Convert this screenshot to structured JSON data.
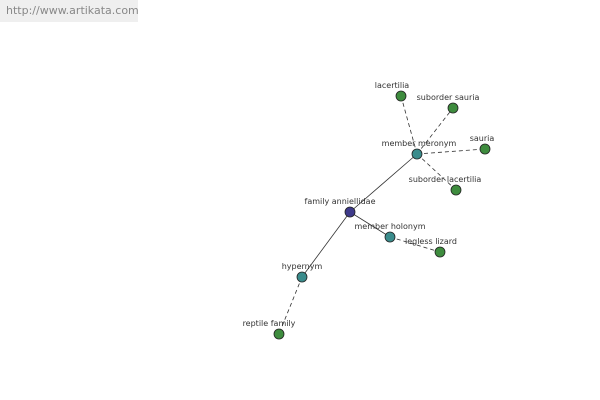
{
  "watermark": {
    "text": "http://www.artikata.com"
  },
  "colors": {
    "center": "#3e3a8a",
    "relation": "#3a8c8c",
    "leaf": "#3e8c3e",
    "edge": "#333333",
    "label": "#333333"
  },
  "graph": {
    "nodes": [
      {
        "id": "family-anniellidae",
        "label": "family anniellidae",
        "kind": "center"
      },
      {
        "id": "member-meronym",
        "label": "member meronym",
        "kind": "relation"
      },
      {
        "id": "member-holonym",
        "label": "member holonym",
        "kind": "relation"
      },
      {
        "id": "hypernym",
        "label": "hypernym",
        "kind": "relation"
      },
      {
        "id": "lacertilia",
        "label": "lacertilia",
        "kind": "leaf"
      },
      {
        "id": "suborder-sauria",
        "label": "suborder sauria",
        "kind": "leaf"
      },
      {
        "id": "sauria",
        "label": "sauria",
        "kind": "leaf"
      },
      {
        "id": "suborder-lacertilia",
        "label": "suborder lacertilia",
        "kind": "leaf"
      },
      {
        "id": "legless-lizard",
        "label": "legless lizard",
        "kind": "leaf"
      },
      {
        "id": "reptile-family",
        "label": "reptile family",
        "kind": "leaf"
      }
    ],
    "edges": [
      {
        "from": "family-anniellidae",
        "to": "member-meronym",
        "style": "solid"
      },
      {
        "from": "family-anniellidae",
        "to": "member-holonym",
        "style": "solid"
      },
      {
        "from": "family-anniellidae",
        "to": "hypernym",
        "style": "solid"
      },
      {
        "from": "member-meronym",
        "to": "lacertilia",
        "style": "dashed"
      },
      {
        "from": "member-meronym",
        "to": "suborder-sauria",
        "style": "dashed"
      },
      {
        "from": "member-meronym",
        "to": "sauria",
        "style": "dashed"
      },
      {
        "from": "member-meronym",
        "to": "suborder-lacertilia",
        "style": "dashed"
      },
      {
        "from": "member-holonym",
        "to": "legless-lizard",
        "style": "dashed"
      },
      {
        "from": "hypernym",
        "to": "reptile-family",
        "style": "dashed"
      }
    ]
  }
}
